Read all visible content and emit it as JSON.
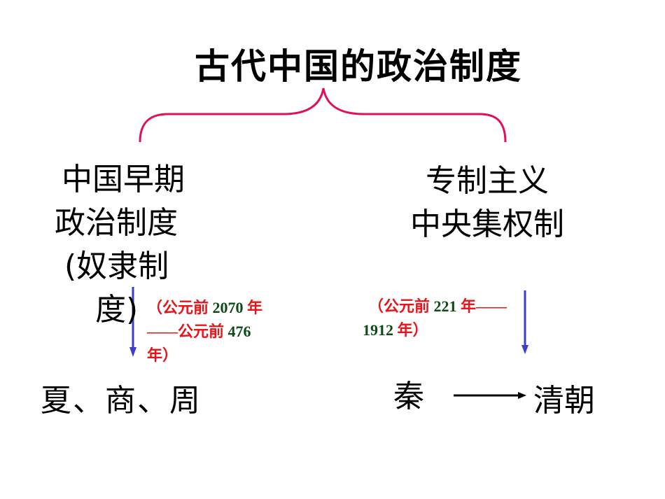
{
  "title": "古代中国的政治制度",
  "left_branch": {
    "lines": [
      "中国早期",
      "政治制度",
      "(奴隶制",
      "度)"
    ],
    "note": {
      "line1_prefix": "（公元前 ",
      "line1_year": "2070",
      "line1_suffix": " 年",
      "line2_prefix": "——公元前 ",
      "line2_year": "476",
      "line3": "年）"
    },
    "dynasties": "夏、商、周"
  },
  "right_branch": {
    "lines": [
      "专制主义",
      "中央集权制"
    ],
    "note": {
      "line1_prefix": "（公元前 ",
      "line1_year": "221",
      "line1_suffix": " 年——",
      "line2_year": "1912",
      "line2_suffix": " 年）"
    },
    "start": "秦",
    "end": "清朝"
  },
  "colors": {
    "brace": "#e0105a",
    "arrow": "#3a3fd0",
    "note_red": "#e8141a",
    "note_green": "#0d4a16"
  }
}
